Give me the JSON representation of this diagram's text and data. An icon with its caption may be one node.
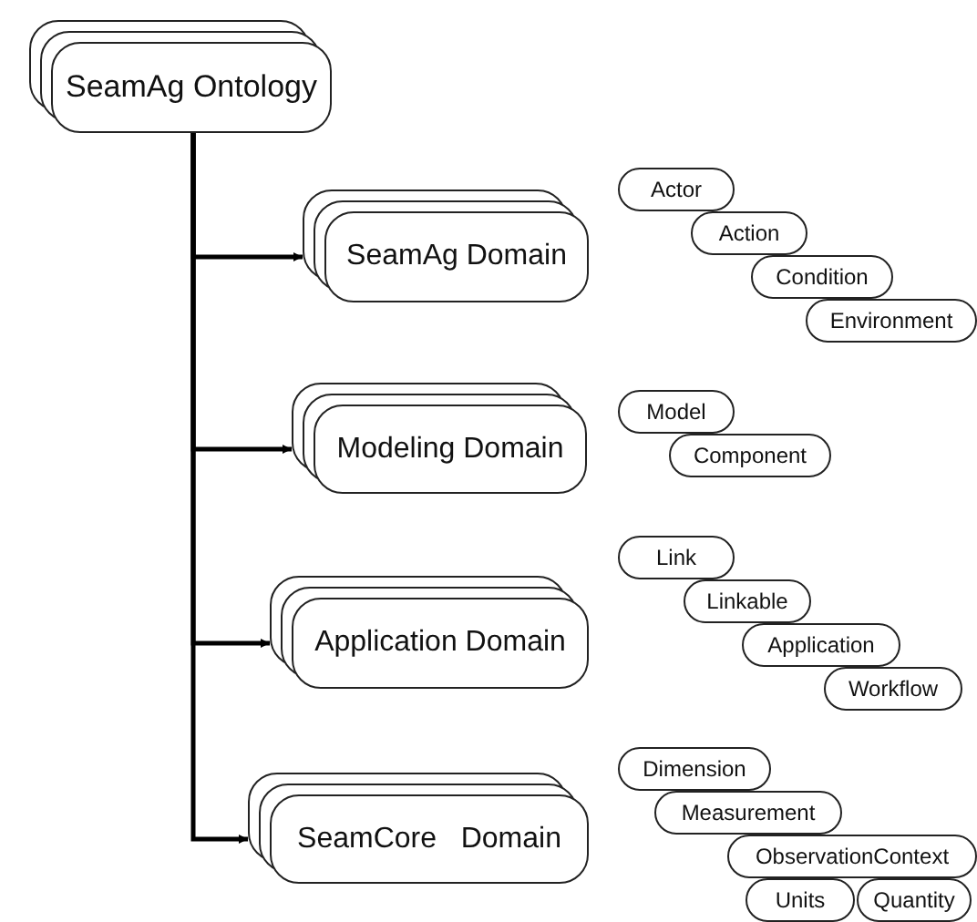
{
  "diagram": {
    "nodes": [
      {
        "text": [
          "SeamAg Ontology"
        ]
      },
      {
        "text": [
          "SeamAg Domain"
        ]
      },
      {
        "text": [
          "Modeling Domain"
        ]
      },
      {
        "text": [
          "Application Domain"
        ]
      },
      {
        "text": [
          "SeamCore   Domain"
        ]
      },
      {
        "text": [
          "Actor"
        ]
      },
      {
        "text": [
          "Action"
        ]
      },
      {
        "text": [
          "Condition"
        ]
      },
      {
        "text": [
          "Environment"
        ]
      },
      {
        "text": [
          "Model"
        ]
      },
      {
        "text": [
          "Component"
        ]
      },
      {
        "text": [
          "Link"
        ]
      },
      {
        "text": [
          "Linkable"
        ]
      },
      {
        "text": [
          "Application"
        ]
      },
      {
        "text": [
          "Workflow"
        ]
      },
      {
        "text": [
          "Dimension"
        ]
      },
      {
        "text": [
          "Measurement"
        ]
      },
      {
        "text": [
          "ObservationContext"
        ]
      },
      {
        "text": [
          "Units"
        ]
      },
      {
        "text": [
          "Quantity"
        ]
      }
    ],
    "edges": [
      {
        "from": 0,
        "to": 1,
        "arrow": "to"
      },
      {
        "from": 0,
        "to": 2,
        "arrow": "to"
      },
      {
        "from": 0,
        "to": 3,
        "arrow": "to"
      },
      {
        "from": 0,
        "to": 4,
        "arrow": "to"
      }
    ]
  }
}
